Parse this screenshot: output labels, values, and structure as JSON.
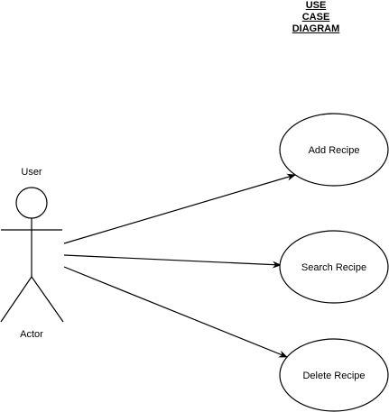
{
  "title": {
    "lines": [
      "USE",
      "CASE",
      "DIAGRAM"
    ]
  },
  "actor": {
    "name_label": "User",
    "type_label": "Actor"
  },
  "use_cases": [
    {
      "label": "Add Recipe"
    },
    {
      "label": "Search Recipe"
    },
    {
      "label": "Delete Recipe"
    }
  ],
  "colors": {
    "stroke": "#000000",
    "fill": "#ffffff"
  }
}
